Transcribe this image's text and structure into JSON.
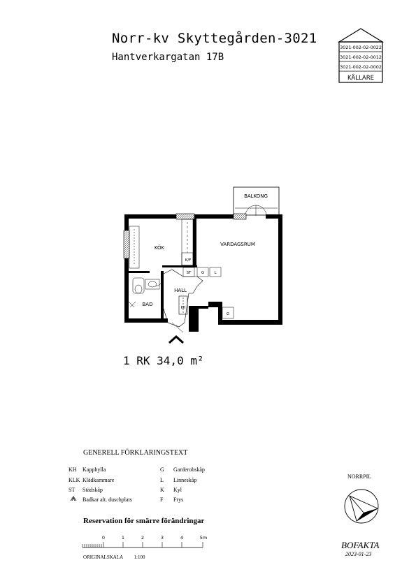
{
  "header": {
    "title": "Norr-kv Skyttegården-3021",
    "address": "Hantverkargatan 17B"
  },
  "stamp": {
    "codes": [
      "3021-002-02-0022",
      "3021-002-02-0012",
      "3021-002-02-0002"
    ],
    "level": "KÄLLARE"
  },
  "plan": {
    "rooms": {
      "balcony": "BALKONG",
      "kitchen": "KÖK",
      "living": "VARDAGSRUM",
      "hall": "HALL",
      "bath": "BAD"
    },
    "markers": {
      "kf": "K/F",
      "st": "ST",
      "g1": "G",
      "l": "L",
      "kh": "KH",
      "g2": "G"
    },
    "area": "1 RK 34,0 m²"
  },
  "legend": {
    "title": "GENERELL FÖRKLARINGSTEXT",
    "left": [
      {
        "code": "KH",
        "text": "Kapphylla"
      },
      {
        "code": "KLK",
        "text": "Klädkammare"
      },
      {
        "code": "ST",
        "text": "Städskåp"
      },
      {
        "code": "",
        "text": "Badkar alt. duschplats"
      }
    ],
    "right": [
      {
        "code": "G",
        "text": "Garderobskåp"
      },
      {
        "code": "L",
        "text": "Linneskåp"
      },
      {
        "code": "K",
        "text": "Kyl"
      },
      {
        "code": "F",
        "text": "Frys"
      }
    ]
  },
  "reservation": "Reservation för smärre förändringar",
  "scale": {
    "ticks": [
      "0",
      "1",
      "2",
      "3",
      "4",
      "5m"
    ],
    "label": "ORIGINALSKALA",
    "ratio": "1:100"
  },
  "north": {
    "label": "NORRPIL"
  },
  "footer": {
    "brand": "BOFAKTA",
    "date": "2023-01-23"
  }
}
